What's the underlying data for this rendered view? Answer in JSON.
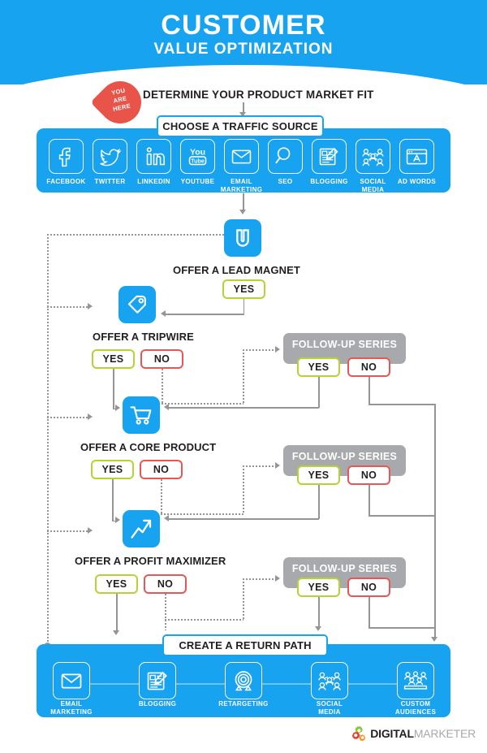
{
  "header": {
    "title_main": "CUSTOMER",
    "title_sub": "VALUE OPTIMIZATION",
    "bg_color": "#17a3f0"
  },
  "pin": {
    "line1": "YOU",
    "line2": "ARE",
    "line3": "HERE",
    "color": "#e8544a"
  },
  "flow": {
    "determine_fit": "DETERMINE YOUR PRODUCT MARKET FIT",
    "choose_traffic": "CHOOSE A TRAFFIC SOURCE",
    "create_return_path": "CREATE A RETURN PATH"
  },
  "traffic_sources": [
    {
      "label": "FACEBOOK",
      "icon": "facebook-icon"
    },
    {
      "label": "TWITTER",
      "icon": "twitter-icon"
    },
    {
      "label": "LINKEDIN",
      "icon": "linkedin-icon"
    },
    {
      "label": "YOUTUBE",
      "icon": "youtube-icon"
    },
    {
      "label": "EMAIL\nMARKETING",
      "icon": "envelope-icon"
    },
    {
      "label": "SEO",
      "icon": "magnifier-icon"
    },
    {
      "label": "BLOGGING",
      "icon": "document-pencil-icon"
    },
    {
      "label": "SOCIAL\nMEDIA",
      "icon": "people-network-icon"
    },
    {
      "label": "AD WORDS",
      "icon": "browser-window-icon"
    }
  ],
  "steps": [
    {
      "key": "lead_magnet",
      "title": "OFFER A LEAD MAGNET",
      "icon": "magnet-icon",
      "yes_label": "YES",
      "no_label": null
    },
    {
      "key": "tripwire",
      "title": "OFFER A TRIPWIRE",
      "icon": "price-tag-icon",
      "yes_label": "YES",
      "no_label": "NO"
    },
    {
      "key": "core_product",
      "title": "OFFER A CORE PRODUCT",
      "icon": "shopping-cart-icon",
      "yes_label": "YES",
      "no_label": "NO"
    },
    {
      "key": "profit_maximizer",
      "title": "OFFER A PROFIT MAXIMIZER",
      "icon": "growth-arrow-icon",
      "yes_label": "YES",
      "no_label": "NO"
    }
  ],
  "follow_up": [
    {
      "title": "FOLLOW-UP SERIES",
      "yes_label": "YES",
      "no_label": "NO"
    },
    {
      "title": "FOLLOW-UP SERIES",
      "yes_label": "YES",
      "no_label": "NO"
    },
    {
      "title": "FOLLOW-UP SERIES",
      "yes_label": "YES",
      "no_label": "NO"
    }
  ],
  "return_path_items": [
    {
      "label": "EMAIL\nMARKETING",
      "icon": "envelope-icon"
    },
    {
      "label": "BLOGGING",
      "icon": "document-pencil-icon"
    },
    {
      "label": "RETARGETING",
      "icon": "target-icon"
    },
    {
      "label": "SOCIAL\nMEDIA",
      "icon": "people-network-icon"
    },
    {
      "label": "CUSTOM\nAUDIENCES",
      "icon": "audience-icon"
    }
  ],
  "logo": {
    "text_bold": "DIGITAL",
    "text_light": "MARKETER"
  },
  "colors": {
    "brand_blue": "#17a3f0",
    "yes_green": "#b5d334",
    "no_red": "#e4585a",
    "gray_box": "#a7a9ac",
    "connector_gray": "#939598"
  }
}
